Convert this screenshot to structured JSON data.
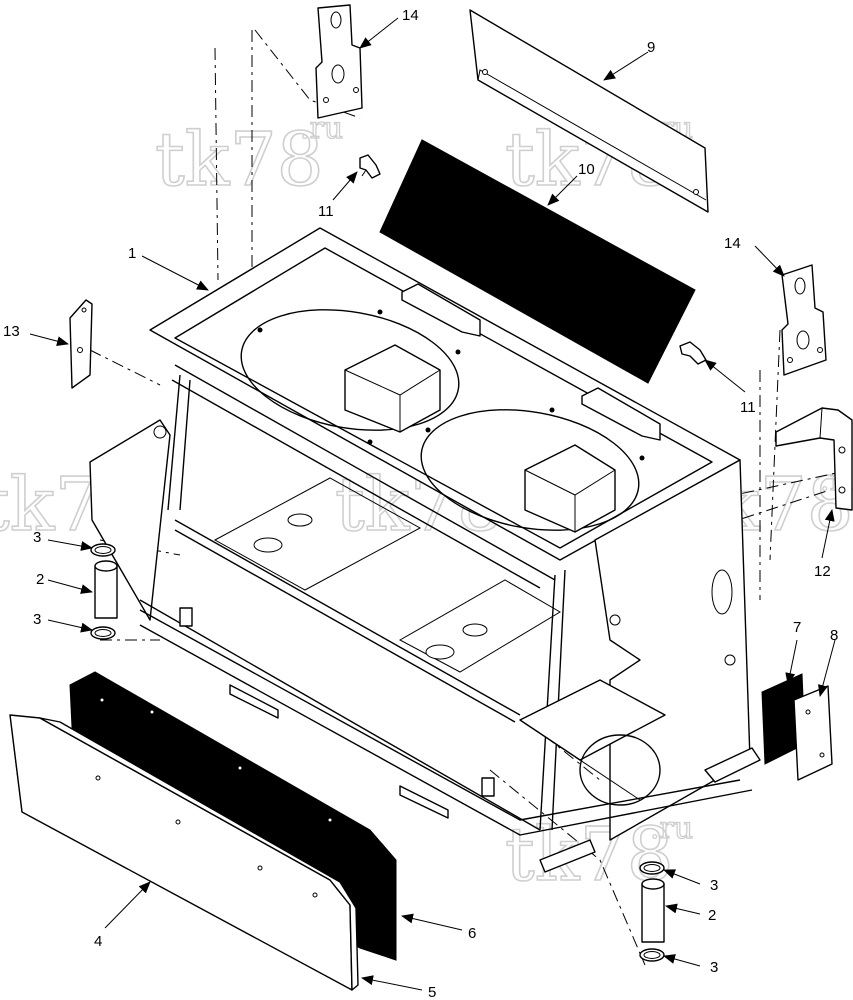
{
  "watermark": {
    "text": "tk78",
    "suffix": ".ru"
  },
  "callouts": [
    {
      "id": "c1",
      "label": "1"
    },
    {
      "id": "c2a",
      "label": "2"
    },
    {
      "id": "c2b",
      "label": "2"
    },
    {
      "id": "c3a",
      "label": "3"
    },
    {
      "id": "c3b",
      "label": "3"
    },
    {
      "id": "c3c",
      "label": "3"
    },
    {
      "id": "c3d",
      "label": "3"
    },
    {
      "id": "c4",
      "label": "4"
    },
    {
      "id": "c5",
      "label": "5"
    },
    {
      "id": "c6",
      "label": "6"
    },
    {
      "id": "c7",
      "label": "7"
    },
    {
      "id": "c8",
      "label": "8"
    },
    {
      "id": "c9",
      "label": "9"
    },
    {
      "id": "c10",
      "label": "10"
    },
    {
      "id": "c11a",
      "label": "11"
    },
    {
      "id": "c11b",
      "label": "11"
    },
    {
      "id": "c12",
      "label": "12"
    },
    {
      "id": "c13",
      "label": "13"
    },
    {
      "id": "c14a",
      "label": "14"
    },
    {
      "id": "c14b",
      "label": "14"
    }
  ]
}
